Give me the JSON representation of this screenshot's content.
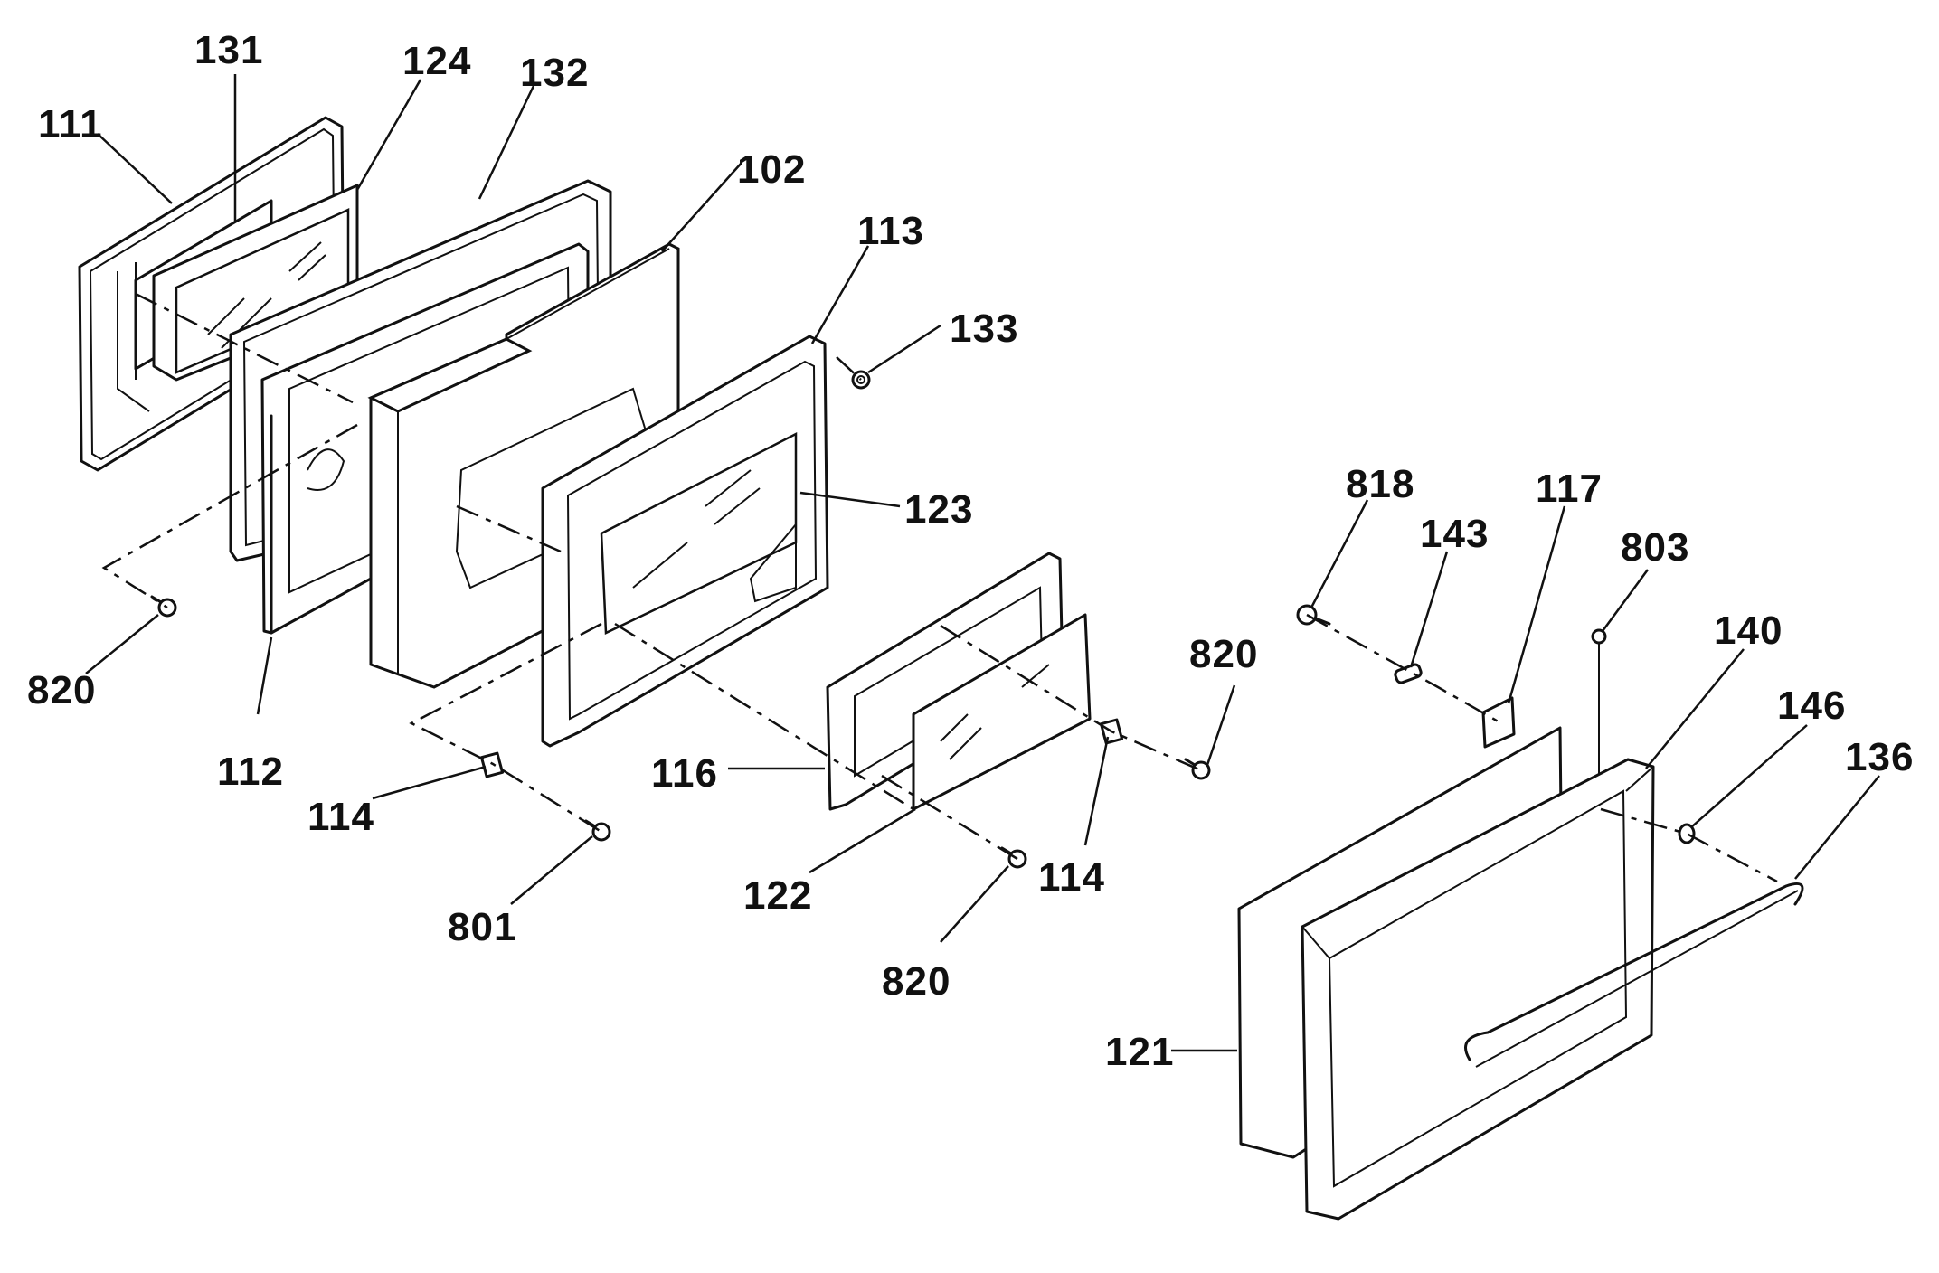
{
  "labels": {
    "p111": "111",
    "p131": "131",
    "p124": "124",
    "p132": "132",
    "p102": "102",
    "p113": "113",
    "p133": "133",
    "p123": "123",
    "p820a": "820",
    "p112": "112",
    "p114a": "114",
    "p801": "801",
    "p116": "116",
    "p122": "122",
    "p820b": "820",
    "p114b": "114",
    "p820c": "820",
    "p818": "818",
    "p143": "143",
    "p117": "117",
    "p803": "803",
    "p140": "140",
    "p146": "146",
    "p136": "136",
    "p121": "121"
  }
}
